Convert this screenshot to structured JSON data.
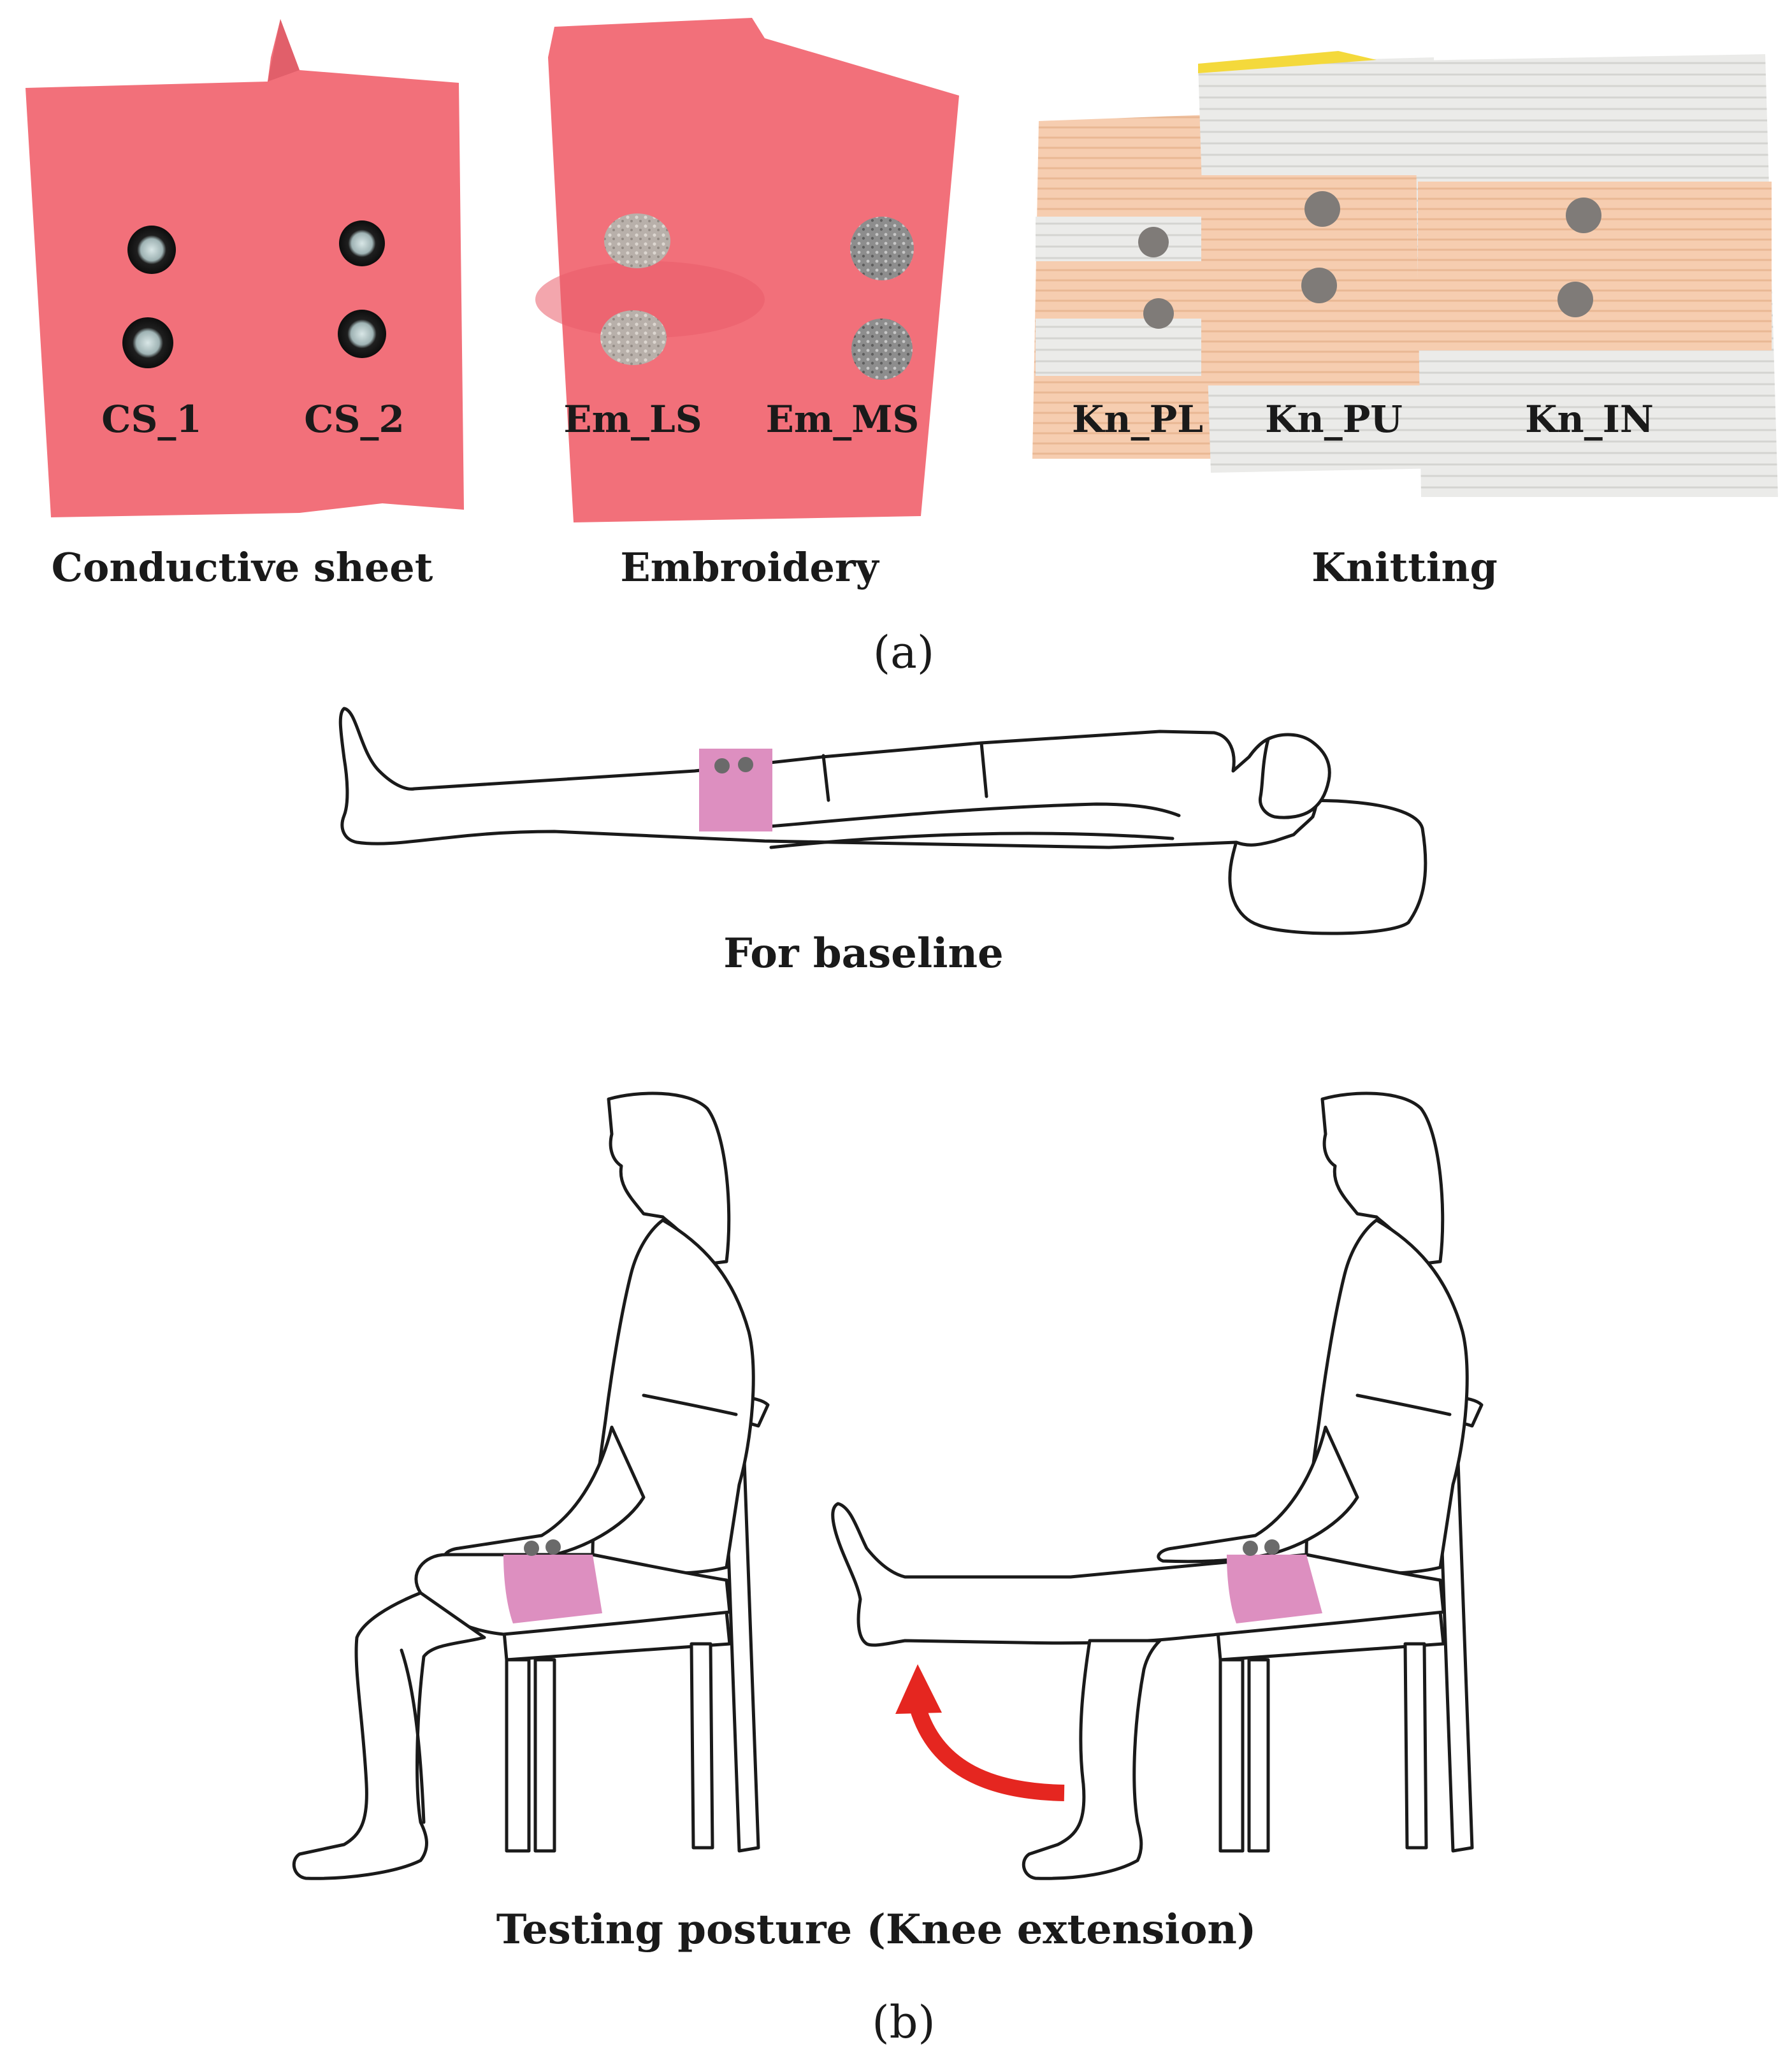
{
  "panel_a": {
    "samples": {
      "cs_1": "CS_1",
      "cs_2": "CS_2",
      "em_ls": "Em_LS",
      "em_ms": "Em_MS",
      "kn_pl": "Kn_PL",
      "kn_pu": "Kn_PU",
      "kn_in": "Kn_IN"
    },
    "groups": {
      "conductive": "Conductive sheet",
      "embroidery": "Embroidery",
      "knitting": "Knitting"
    },
    "label": "(a)"
  },
  "panel_b": {
    "baseline_caption": "For baseline",
    "testing_caption": "Testing posture (Knee extension)",
    "label": "(b)"
  },
  "colors": {
    "conductive_sheet": "#f2707a",
    "electrode_pad": "#dd8fc0",
    "motion_arrow": "#e52620",
    "knit_peach": "#f5c9a8",
    "knit_white": "#e9e9e7"
  }
}
